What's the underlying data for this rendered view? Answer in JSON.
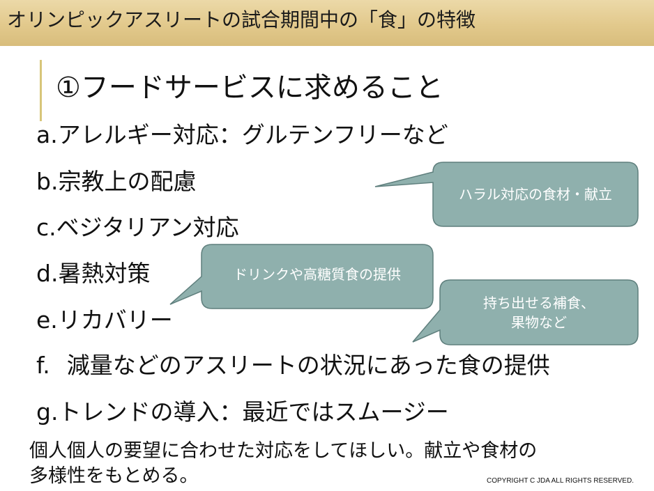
{
  "header": {
    "title": "オリンピックアスリートの試合期間中の「食」の特徴"
  },
  "section": {
    "title": "①フードサービスに求めること"
  },
  "items": [
    {
      "marker": "a.",
      "text": "アレルギー対応：グルテンフリーなど"
    },
    {
      "marker": "b.",
      "text": "宗教上の配慮"
    },
    {
      "marker": "c.",
      "text": "ベジタリアン対応"
    },
    {
      "marker": "d.",
      "text": "暑熱対策"
    },
    {
      "marker": "e.",
      "text": "リカバリー"
    },
    {
      "marker": "f.",
      "text": "減量などのアスリートの状況にあった食の提供"
    },
    {
      "marker": "g.",
      "text": "トレンドの導入：最近ではスムージー"
    }
  ],
  "callouts": [
    {
      "text": "ハラル対応の食材・献立"
    },
    {
      "text": "ドリンクや高糖質食の提供"
    },
    {
      "line1": "持ち出せる補食、",
      "line2": "果物など"
    }
  ],
  "summary": {
    "line1": "個人個人の要望に合わせた対応をしてほしい。献立や食材の",
    "line2": "多様性をもとめる。"
  },
  "copyright": "COPYRIGHT C JDA ALL RIGHTS RESERVED.",
  "colors": {
    "callout_fill": "#8fb0ad",
    "callout_stroke": "#5f7f7d",
    "header_bg": "#e2c98c",
    "accent": "#d8c67a"
  }
}
